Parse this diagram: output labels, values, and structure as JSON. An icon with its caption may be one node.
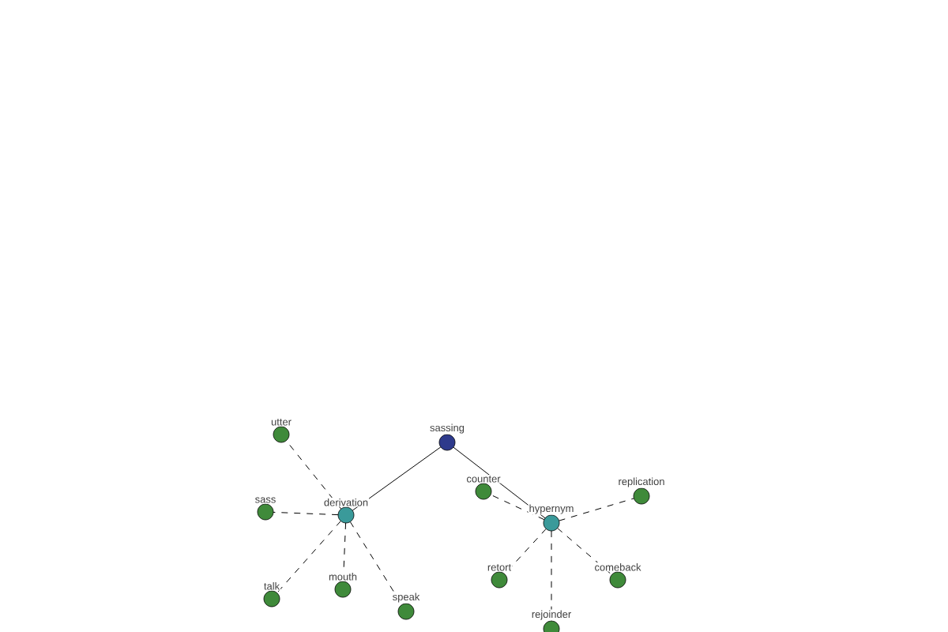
{
  "diagram": {
    "nodes": [
      {
        "text": [
          "sassing"
        ]
      },
      {
        "text": [
          "derivation"
        ]
      },
      {
        "text": [
          "hypernym"
        ]
      },
      {
        "text": [
          "utter"
        ]
      },
      {
        "text": [
          "sass"
        ]
      },
      {
        "text": [
          "talk"
        ]
      },
      {
        "text": [
          "mouth"
        ]
      },
      {
        "text": [
          "speak"
        ]
      },
      {
        "text": [
          "counter"
        ]
      },
      {
        "text": [
          "replication"
        ]
      },
      {
        "text": [
          "retort"
        ]
      },
      {
        "text": [
          "comeback"
        ]
      },
      {
        "text": [
          "rejoinder"
        ]
      }
    ],
    "edges": [
      {
        "from": 0,
        "to": 1,
        "arrow": "none"
      },
      {
        "from": 0,
        "to": 2,
        "arrow": "none"
      },
      {
        "from": 1,
        "to": 3,
        "arrow": "none",
        "style": "dashed"
      },
      {
        "from": 1,
        "to": 4,
        "arrow": "none",
        "style": "dashed"
      },
      {
        "from": 1,
        "to": 5,
        "arrow": "none",
        "style": "dashed"
      },
      {
        "from": 1,
        "to": 6,
        "arrow": "none",
        "style": "dashed"
      },
      {
        "from": 1,
        "to": 7,
        "arrow": "none",
        "style": "dashed"
      },
      {
        "from": 2,
        "to": 8,
        "arrow": "none",
        "style": "dashed"
      },
      {
        "from": 2,
        "to": 9,
        "arrow": "none",
        "style": "dashed"
      },
      {
        "from": 2,
        "to": 10,
        "arrow": "none",
        "style": "dashed"
      },
      {
        "from": 2,
        "to": 11,
        "arrow": "none",
        "style": "dashed"
      },
      {
        "from": 2,
        "to": 12,
        "arrow": "none",
        "style": "dashed"
      }
    ]
  }
}
